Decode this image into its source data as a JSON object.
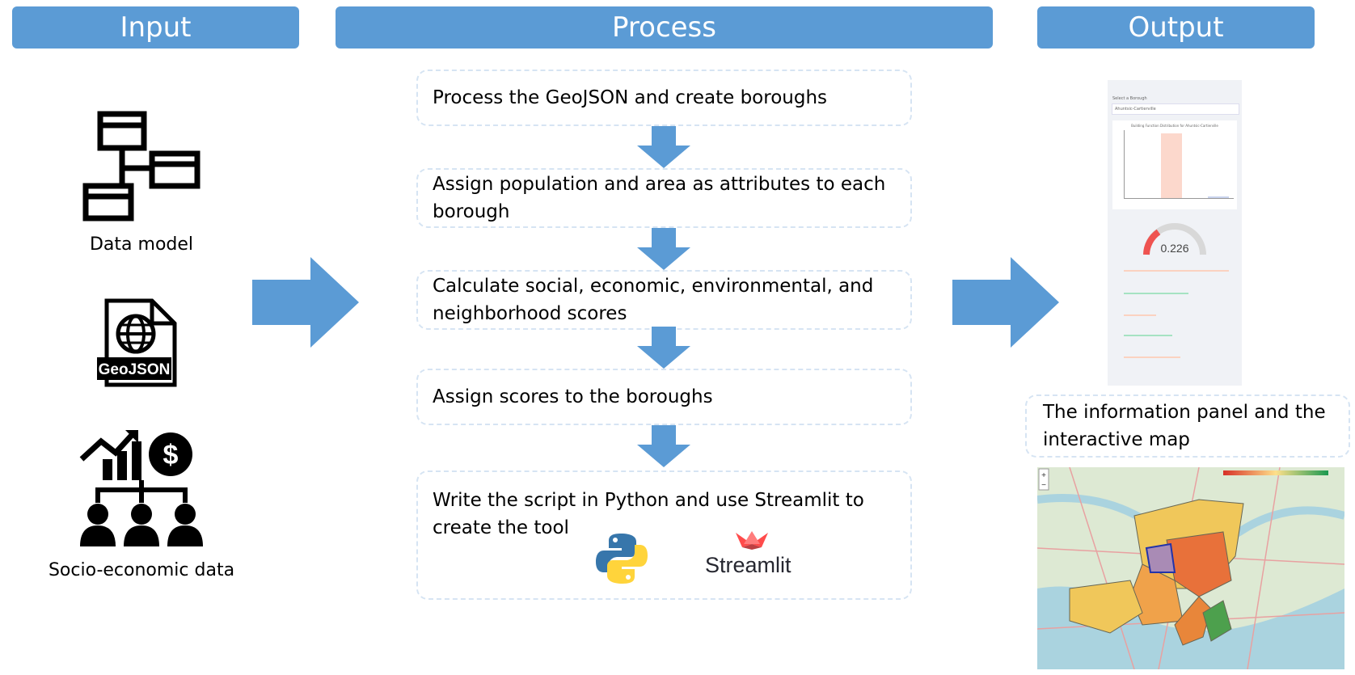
{
  "headers": {
    "input": "Input",
    "process": "Process",
    "output": "Output"
  },
  "inputs": [
    {
      "label": "Data model"
    },
    {
      "label": "GeoJSON",
      "icon": "geojson-file-icon"
    },
    {
      "label": "Socio-economic data"
    }
  ],
  "steps": [
    "Process the GeoJSON and create boroughs",
    "Assign population and area as attributes to each borough",
    "Calculate social, economic, environmental, and neighborhood scores",
    "Assign scores to the boroughs",
    "Write the script in Python and use Streamlit to create the tool"
  ],
  "streamlit_label": "Streamlit",
  "output": {
    "caption": "The information panel and the interactive map",
    "panel": {
      "select_label": "Select a Borough",
      "select_value": "Ahuntsic-Cartierville",
      "chart_title": "Building Function Distribution for Ahuntsic-Cartierville",
      "gauge_value": "0.226"
    }
  },
  "colors": {
    "header": "#5b9bd5",
    "arrow": "#5b9bd5",
    "box_border": "#d6e4f3"
  }
}
